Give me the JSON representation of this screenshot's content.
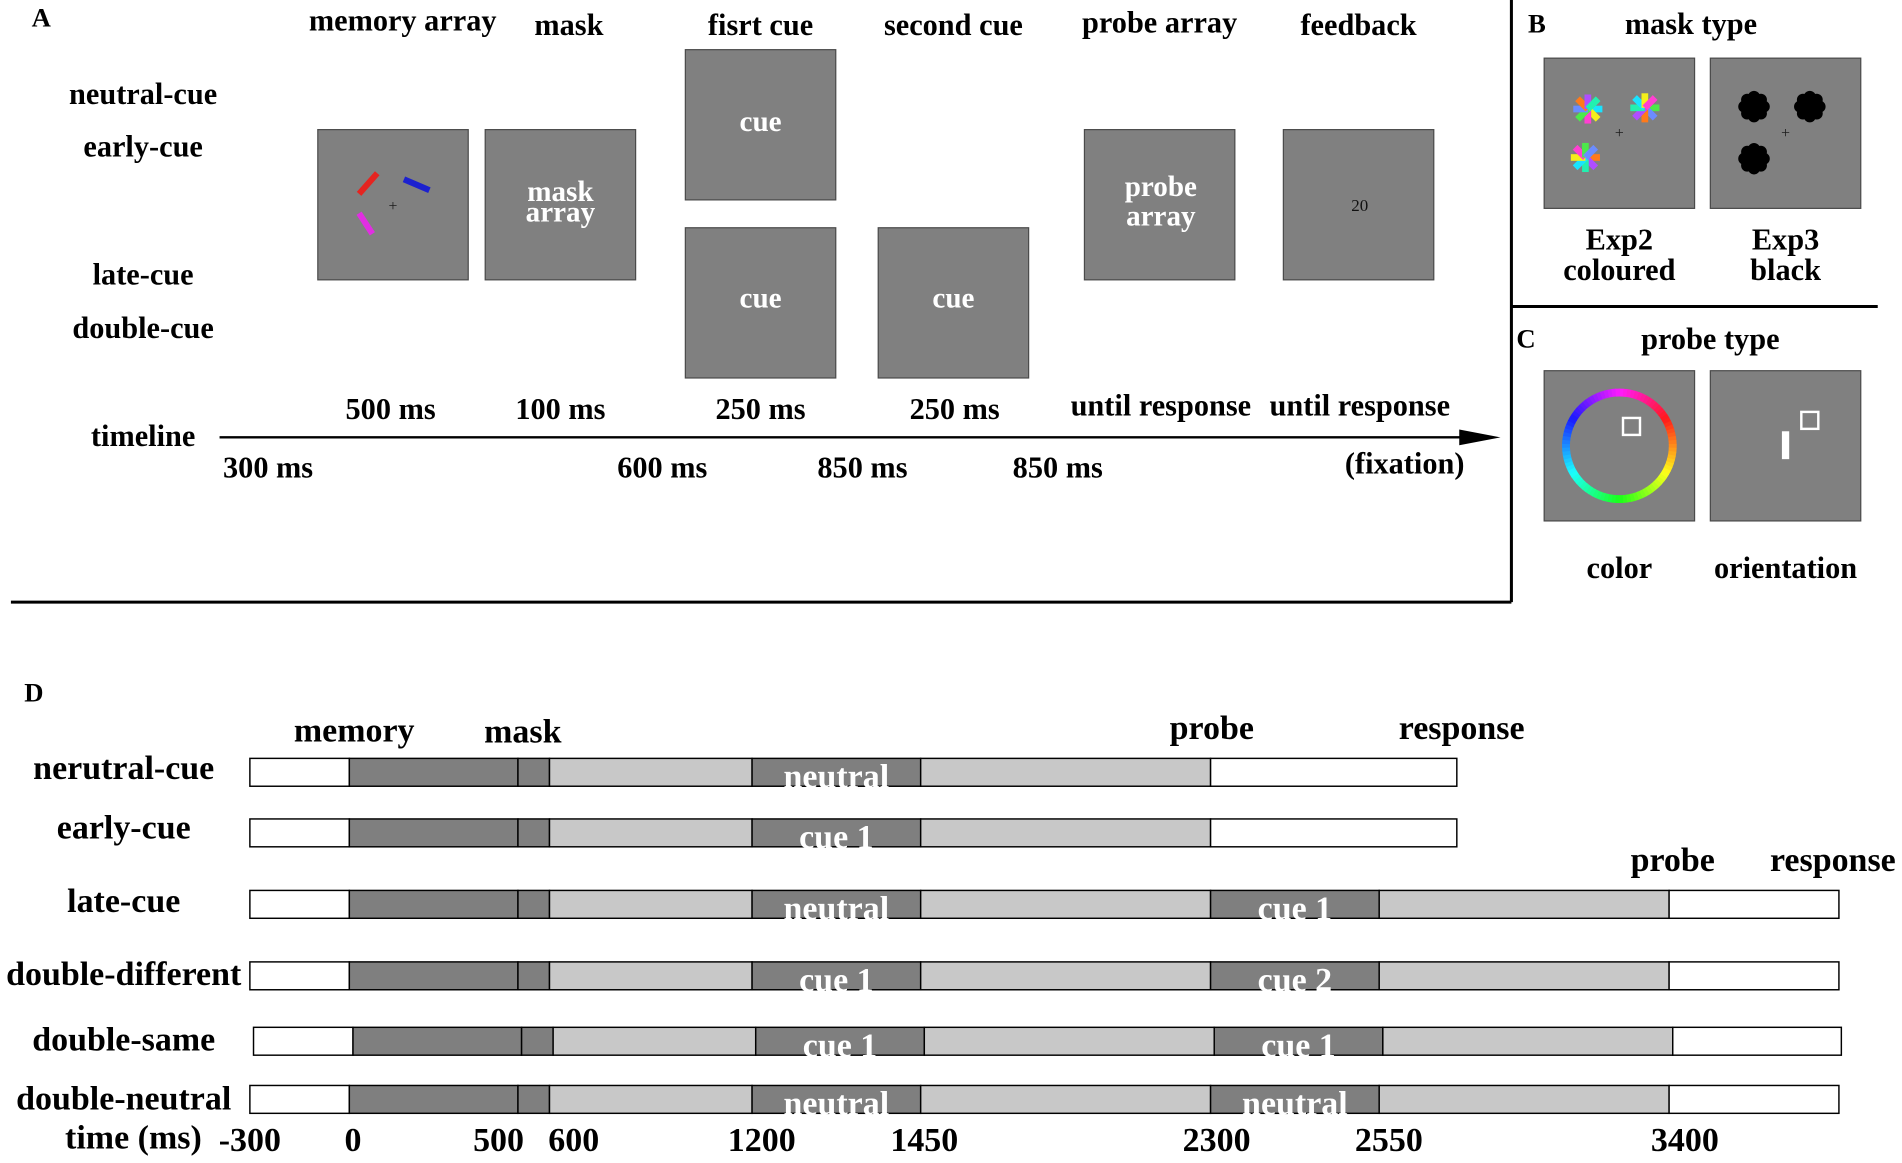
{
  "colors": {
    "stimulus_box": "#808080",
    "white": "#ffffff",
    "dark": "#7f7f7f",
    "light": "#c8c8c8"
  },
  "panel_a": {
    "letter": "A",
    "columns": {
      "memory_array": "memory array",
      "mask": "mask",
      "first_cue": "fisrt cue",
      "second_cue": "second cue",
      "probe_array": "probe array",
      "feedback": "feedback"
    },
    "conditions": {
      "neutral": "neutral-cue",
      "early": "early-cue",
      "late": "late-cue",
      "double": "double-cue"
    },
    "screens": {
      "fixation": "+",
      "mask_line1": "mask",
      "mask_line2": "array",
      "first_cue_top": "cue",
      "first_cue_bottom": "cue",
      "second_cue": "cue",
      "probe_line1": "probe",
      "probe_line2": "array",
      "feedback_value": "20"
    },
    "memory_item_colors": [
      "#e52420",
      "#1c21cf",
      "#e12ee2"
    ],
    "durations": {
      "memory_array": "500 ms",
      "mask": "100 ms",
      "first_cue": "250 ms",
      "second_cue": "250 ms",
      "probe_array": "until response",
      "feedback": "until response"
    },
    "timeline_label": "timeline",
    "intervals": [
      "300 ms",
      "600 ms",
      "850 ms",
      "850 ms",
      "(fixation)"
    ]
  },
  "panel_b": {
    "letter": "B",
    "title": "mask type",
    "fixation": "+",
    "coloured": {
      "line1": "Exp2",
      "line2": "coloured"
    },
    "black": {
      "line1": "Exp3",
      "line2": "black"
    },
    "spoke_colors": [
      "#19e3ff",
      "#f5ee1a",
      "#ff3fd2",
      "#4de84a",
      "#6b8cff",
      "#ff7a1a",
      "#b04dff",
      "#22f0b0"
    ]
  },
  "panel_c": {
    "letter": "C",
    "title": "probe type",
    "color_label": "color",
    "orientation_label": "orientation"
  },
  "panel_d": {
    "letter": "D",
    "headers": {
      "memory": "memory",
      "mask": "mask",
      "probe": "probe",
      "response": "response"
    },
    "late_headers": {
      "probe": "probe",
      "response": "response"
    },
    "axis_label": "time (ms)",
    "ticks": [
      -300,
      0,
      500,
      600,
      1200,
      1450,
      2300,
      2550,
      3400
    ],
    "rows": [
      {
        "label": "nerutral-cue",
        "segments": [
          {
            "start": -300,
            "end": 0,
            "shade": "white"
          },
          {
            "start": 0,
            "end": 500,
            "shade": "dark"
          },
          {
            "start": 500,
            "end": 600,
            "shade": "dark"
          },
          {
            "start": 600,
            "end": 1200,
            "shade": "light"
          },
          {
            "start": 1200,
            "end": 1450,
            "shade": "dark",
            "text": "neutral"
          },
          {
            "start": 1450,
            "end": 2300,
            "shade": "light"
          },
          {
            "start": 2300,
            "end": null,
            "shade": "white"
          }
        ]
      },
      {
        "label": "early-cue",
        "segments": [
          {
            "start": -300,
            "end": 0,
            "shade": "white"
          },
          {
            "start": 0,
            "end": 500,
            "shade": "dark"
          },
          {
            "start": 500,
            "end": 600,
            "shade": "dark"
          },
          {
            "start": 600,
            "end": 1200,
            "shade": "light"
          },
          {
            "start": 1200,
            "end": 1450,
            "shade": "dark",
            "text": "cue 1"
          },
          {
            "start": 1450,
            "end": 2300,
            "shade": "light"
          },
          {
            "start": 2300,
            "end": null,
            "shade": "white"
          }
        ]
      },
      {
        "label": "late-cue",
        "segments": [
          {
            "start": -300,
            "end": 0,
            "shade": "white"
          },
          {
            "start": 0,
            "end": 500,
            "shade": "dark"
          },
          {
            "start": 500,
            "end": 600,
            "shade": "dark"
          },
          {
            "start": 600,
            "end": 1200,
            "shade": "light"
          },
          {
            "start": 1200,
            "end": 1450,
            "shade": "dark",
            "text": "neutral"
          },
          {
            "start": 1450,
            "end": 2300,
            "shade": "light"
          },
          {
            "start": 2300,
            "end": 2550,
            "shade": "dark",
            "text": "cue 1"
          },
          {
            "start": 2550,
            "end": 3400,
            "shade": "light"
          },
          {
            "start": 3400,
            "end": null,
            "shade": "white"
          }
        ]
      },
      {
        "label": "double-different",
        "segments": [
          {
            "start": -300,
            "end": 0,
            "shade": "white"
          },
          {
            "start": 0,
            "end": 500,
            "shade": "dark"
          },
          {
            "start": 500,
            "end": 600,
            "shade": "dark"
          },
          {
            "start": 600,
            "end": 1200,
            "shade": "light"
          },
          {
            "start": 1200,
            "end": 1450,
            "shade": "dark",
            "text": "cue 1"
          },
          {
            "start": 1450,
            "end": 2300,
            "shade": "light"
          },
          {
            "start": 2300,
            "end": 2550,
            "shade": "dark",
            "text": "cue 2"
          },
          {
            "start": 2550,
            "end": 3400,
            "shade": "light"
          },
          {
            "start": 3400,
            "end": null,
            "shade": "white"
          }
        ]
      },
      {
        "label": "double-same",
        "segments": [
          {
            "start": -300,
            "end": 0,
            "shade": "white"
          },
          {
            "start": 0,
            "end": 500,
            "shade": "dark"
          },
          {
            "start": 500,
            "end": 600,
            "shade": "dark"
          },
          {
            "start": 600,
            "end": 1200,
            "shade": "light"
          },
          {
            "start": 1200,
            "end": 1450,
            "shade": "dark",
            "text": "cue 1"
          },
          {
            "start": 1450,
            "end": 2300,
            "shade": "light"
          },
          {
            "start": 2300,
            "end": 2550,
            "shade": "dark",
            "text": "cue 1"
          },
          {
            "start": 2550,
            "end": 3400,
            "shade": "light"
          },
          {
            "start": 3400,
            "end": null,
            "shade": "white"
          }
        ]
      },
      {
        "label": "double-neutral",
        "segments": [
          {
            "start": -300,
            "end": 0,
            "shade": "white"
          },
          {
            "start": 0,
            "end": 500,
            "shade": "dark"
          },
          {
            "start": 500,
            "end": 600,
            "shade": "dark"
          },
          {
            "start": 600,
            "end": 1200,
            "shade": "light"
          },
          {
            "start": 1200,
            "end": 1450,
            "shade": "dark",
            "text": "neutral"
          },
          {
            "start": 1450,
            "end": 2300,
            "shade": "light"
          },
          {
            "start": 2300,
            "end": 2550,
            "shade": "dark",
            "text": "neutral"
          },
          {
            "start": 2550,
            "end": 3400,
            "shade": "light"
          },
          {
            "start": 3400,
            "end": null,
            "shade": "white"
          }
        ]
      }
    ]
  }
}
